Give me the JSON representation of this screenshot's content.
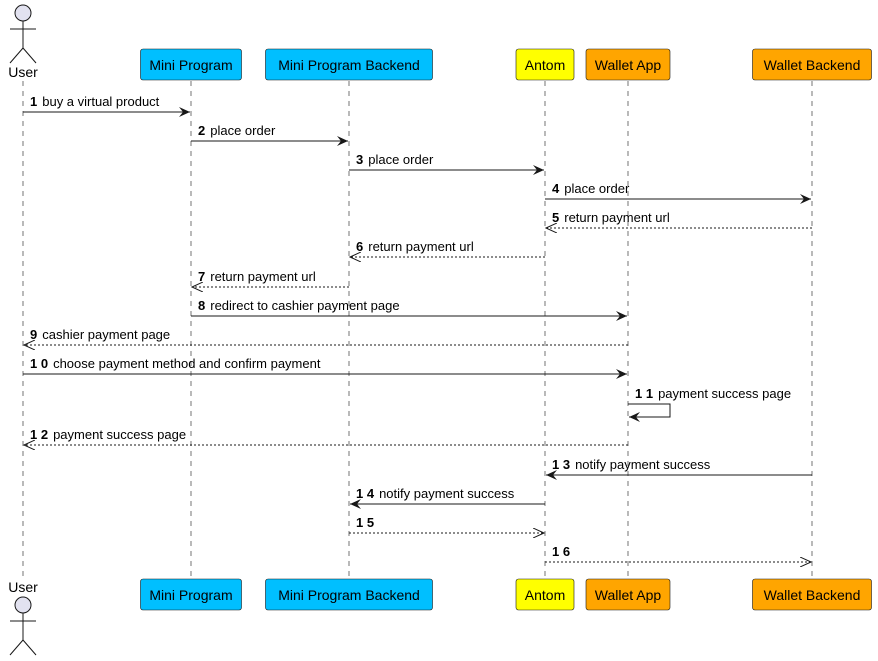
{
  "participants": [
    {
      "id": "user",
      "label": "User",
      "kind": "actor"
    },
    {
      "id": "mp",
      "label": "Mini Program",
      "kind": "box",
      "fill": "#00BFFF"
    },
    {
      "id": "mpb",
      "label": "Mini Program Backend",
      "kind": "box",
      "fill": "#00BFFF"
    },
    {
      "id": "antom",
      "label": "Antom",
      "kind": "box",
      "fill": "#FFFF00"
    },
    {
      "id": "wa",
      "label": "Wallet App",
      "kind": "box",
      "fill": "#FFA500"
    },
    {
      "id": "wb",
      "label": "Wallet Backend",
      "kind": "box",
      "fill": "#FFA500"
    }
  ],
  "messages": [
    {
      "num": "1",
      "text": "buy a virtual product",
      "from": "user",
      "to": "mp",
      "style": "solid"
    },
    {
      "num": "2",
      "text": "place order",
      "from": "mp",
      "to": "mpb",
      "style": "solid"
    },
    {
      "num": "3",
      "text": "place order",
      "from": "mpb",
      "to": "antom",
      "style": "solid"
    },
    {
      "num": "4",
      "text": "place order",
      "from": "antom",
      "to": "wb",
      "style": "solid"
    },
    {
      "num": "5",
      "text": "return payment url",
      "from": "wb",
      "to": "antom",
      "style": "dashed"
    },
    {
      "num": "6",
      "text": "return payment url",
      "from": "antom",
      "to": "mpb",
      "style": "dashed"
    },
    {
      "num": "7",
      "text": "return payment url",
      "from": "mpb",
      "to": "mp",
      "style": "dashed"
    },
    {
      "num": "8",
      "text": "redirect to cashier payment page",
      "from": "mp",
      "to": "wa",
      "style": "solid"
    },
    {
      "num": "9",
      "text": "cashier payment page",
      "from": "wa",
      "to": "user",
      "style": "dashed"
    },
    {
      "num": "1 0",
      "text": "choose payment method and confirm payment",
      "from": "user",
      "to": "wa",
      "style": "solid"
    },
    {
      "num": "1 1",
      "text": "payment success page",
      "from": "wa",
      "to": "wa",
      "style": "solid"
    },
    {
      "num": "1 2",
      "text": "payment success page",
      "from": "wa",
      "to": "user",
      "style": "dashed"
    },
    {
      "num": "1 3",
      "text": "notify payment success",
      "from": "wb",
      "to": "antom",
      "style": "solid"
    },
    {
      "num": "1 4",
      "text": "notify payment success",
      "from": "antom",
      "to": "mpb",
      "style": "solid"
    },
    {
      "num": "1 5",
      "text": "",
      "from": "mpb",
      "to": "antom",
      "style": "dashed"
    },
    {
      "num": "1 6",
      "text": "",
      "from": "antom",
      "to": "wb",
      "style": "dashed"
    }
  ]
}
